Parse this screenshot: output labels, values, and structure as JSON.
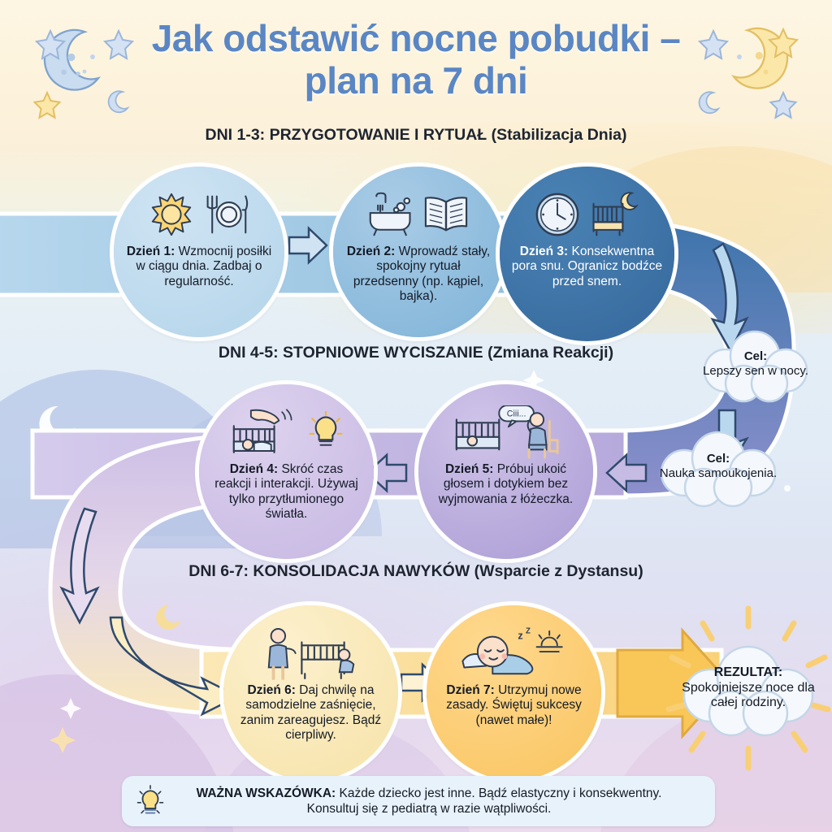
{
  "title": {
    "line1": "Jak odstawić nocne pobudki –",
    "line2": "plan na 7 dni",
    "color": "#5a86c4"
  },
  "sections": [
    {
      "id": "dni-1-3",
      "bold": "DNI 1-3: PRZYGOTOWANIE I RYTUAŁ",
      "paren": " (Stabilizacja Dnia)"
    },
    {
      "id": "dni-4-5",
      "bold": "DNI 4-5: STOPNIOWE WYCISZANIE",
      "paren": " (Zmiana Reakcji)"
    },
    {
      "id": "dni-6-7",
      "bold": "DNI 6-7: KONSOLIDACJA NAWYKÓW",
      "paren": " (Wsparcie z Dystansu)"
    }
  ],
  "days": [
    {
      "id": "dzien-1",
      "label": "Dzień 1:",
      "text": " Wzmocnij posiłki w ciągu dnia. Zadbaj o regularność.",
      "icons": [
        "sun-icon",
        "plate-cutlery-icon"
      ],
      "color": "#b3d4ea"
    },
    {
      "id": "dzien-2",
      "label": "Dzień 2:",
      "text": " Wprowadź stały, spokojny rytuał przedsenny (np. kąpiel, bajka).",
      "icons": [
        "bathtub-icon",
        "open-book-icon"
      ],
      "color": "#7fb3d8"
    },
    {
      "id": "dzien-3",
      "label": "Dzień 3:",
      "text": " Konsekwentna pora snu. Ogranicz bodźce przed snem.",
      "icons": [
        "clock-icon",
        "crib-moon-icon"
      ],
      "color": "#35689c"
    },
    {
      "id": "dzien-4",
      "label": "Dzień 4:",
      "text": " Skróć czas reakcji i interakcji. Używaj tylko przytłumionego światła.",
      "icons": [
        "hand-patting-crib-icon",
        "lightbulb-icon"
      ],
      "color": "#c6b7e2"
    },
    {
      "id": "dzien-5",
      "label": "Dzień 5:",
      "text": " Próbuj ukoić głosem i dotykiem bez wyjmowania z łóżeczka.",
      "icons": [
        "crib-icon",
        "parent-sitting-icon",
        "speech-bubble-icon"
      ],
      "bubble": "Ciii...",
      "color": "#ab9cd4"
    },
    {
      "id": "dzien-6",
      "label": "Dzień 6:",
      "text": " Daj chwilę na samodzielne zaśnięcie, zanim zareagujesz. Bądź cierpliwy.",
      "icons": [
        "parent-standing-icon",
        "crib-baby-icon"
      ],
      "color": "#f7e3a8"
    },
    {
      "id": "dzien-7",
      "label": "Dzień 7:",
      "text": " Utrzymuj nowe zasady. Świętuj sukcesy (nawet małe)!",
      "icons": [
        "sleeping-baby-icon",
        "zzz-icon",
        "sunrise-icon"
      ],
      "color": "#f9c45f"
    }
  ],
  "clouds": [
    {
      "id": "cel-1",
      "label": "Cel:",
      "text": "Lepszy sen w nocy."
    },
    {
      "id": "cel-2",
      "label": "Cel:",
      "text": "Nauka samoukojenia."
    },
    {
      "id": "rezultat",
      "label": "REZULTAT:",
      "text": "Spokojniejsze noce dla całej rodziny."
    }
  ],
  "tip": {
    "icon": "lightbulb-icon",
    "bold": "WAŻNA WSKAZÓWKA:",
    "text": " Każde dziecko jest inne. Bądź elastyczny i konsekwentny. Konsultuj się z pediatrą w razie wątpliwości."
  }
}
